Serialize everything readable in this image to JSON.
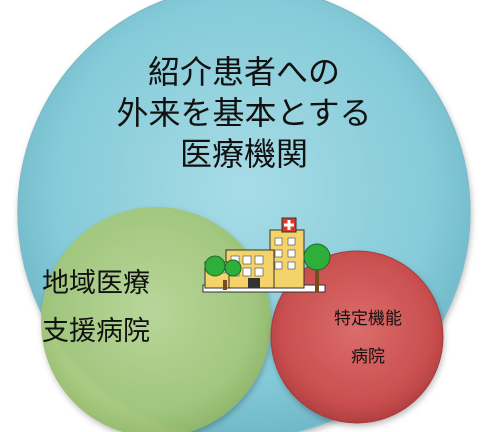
{
  "diagram": {
    "outer_circle": {
      "label_lines": [
        "紹介患者への",
        "外来を基本とする",
        "医療機関"
      ],
      "color": "#86CBD9"
    },
    "support_circle": {
      "label_lines": [
        "地域医療",
        "支援病院"
      ],
      "color": "#A6C97A"
    },
    "special_circle": {
      "label_lines": [
        "特定機能",
        "病院"
      ],
      "color": "#C94F4F"
    },
    "hospital_icon": "hospital-building-icon"
  }
}
